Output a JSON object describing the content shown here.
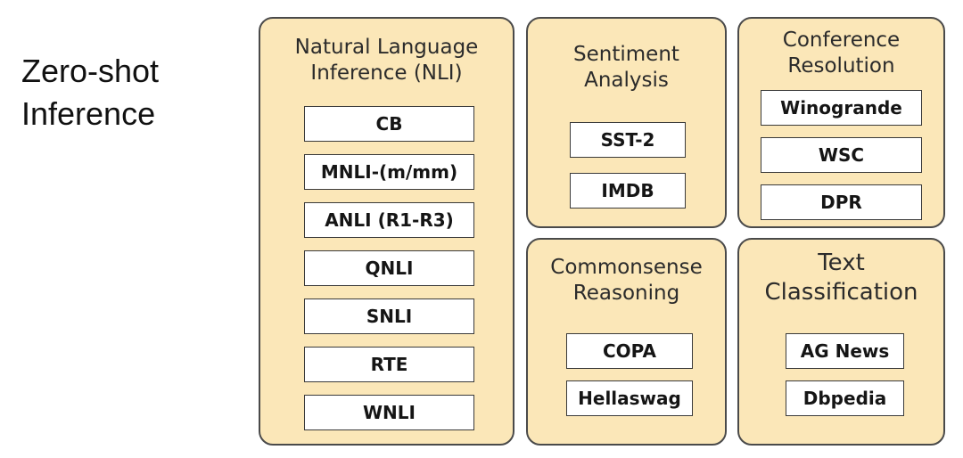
{
  "title_lines": [
    "Zero-shot",
    "Inference"
  ],
  "groups": {
    "nli": {
      "title_lines": [
        "Natural Language",
        "Inference (NLI)"
      ],
      "items": [
        "CB",
        "MNLI-(m/mm)",
        "ANLI (R1-R3)",
        "QNLI",
        "SNLI",
        "RTE",
        "WNLI"
      ]
    },
    "sentiment": {
      "title_lines": [
        "Sentiment",
        "Analysis"
      ],
      "items": [
        "SST-2",
        "IMDB"
      ]
    },
    "coreference": {
      "title_lines": [
        "Conference",
        "Resolution"
      ],
      "items": [
        "Winogrande",
        "WSC",
        "DPR"
      ]
    },
    "commonsense": {
      "title_lines": [
        "Commonsense",
        "Reasoning"
      ],
      "items": [
        "COPA",
        "Hellaswag"
      ]
    },
    "text_classification": {
      "title_lines": [
        "Text",
        "Classification"
      ],
      "items": [
        "AG News",
        "Dbpedia"
      ]
    }
  },
  "colors": {
    "group_fill": "#fbe7b8",
    "group_border": "#4a4a4a",
    "item_fill": "#ffffff"
  }
}
